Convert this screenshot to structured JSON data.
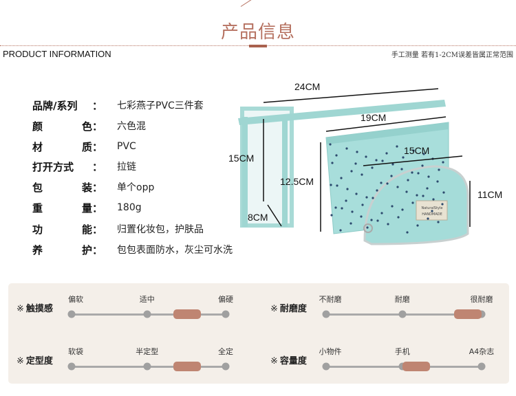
{
  "header": {
    "title": "产品信息",
    "subtitle": "PRODUCT INFORMATION",
    "note": "手工测量 若有1-2CM误差皆属正常范围"
  },
  "specs": [
    {
      "label": "品牌/系列",
      "value": "七彩燕子PVC三件套"
    },
    {
      "label": "颜色",
      "value": "六色混"
    },
    {
      "label": "材质",
      "value": "PVC"
    },
    {
      "label": "打开方式",
      "value": "拉链"
    },
    {
      "label": "包装",
      "value": "单个opp"
    },
    {
      "label": "重量",
      "value": "180g"
    },
    {
      "label": "功能",
      "value": "归置化妆包，护肤品"
    },
    {
      "label": "养护",
      "value": "包包表面防水，灰尘可水洗"
    }
  ],
  "colon": "：",
  "dimensions": {
    "w_large": "24CM",
    "w_mid": "19CM",
    "w_small": "15CM",
    "h_large": "15CM",
    "h_mid": "12.5CM",
    "h_small": "11CM",
    "depth": "8CM"
  },
  "product_label": {
    "line1": "NaturalStyle",
    "line2": "HANDMADE"
  },
  "product_color": "#9fd6d2",
  "ratings": [
    {
      "label": "触摸感",
      "ticks": [
        "偏软",
        "适中",
        "偏硬"
      ],
      "level": 0.75
    },
    {
      "label": "耐磨度",
      "ticks": [
        "不耐磨",
        "耐磨",
        "很耐磨"
      ],
      "level": 0.91
    },
    {
      "label": "定型度",
      "ticks": [
        "软袋",
        "半定型",
        "全定"
      ],
      "level": 0.75
    },
    {
      "label": "容量度",
      "ticks": [
        "小物件",
        "手机",
        "A4杂志"
      ],
      "level": 0.58
    }
  ],
  "rating_symbol": "※",
  "accent": "#bf8572"
}
